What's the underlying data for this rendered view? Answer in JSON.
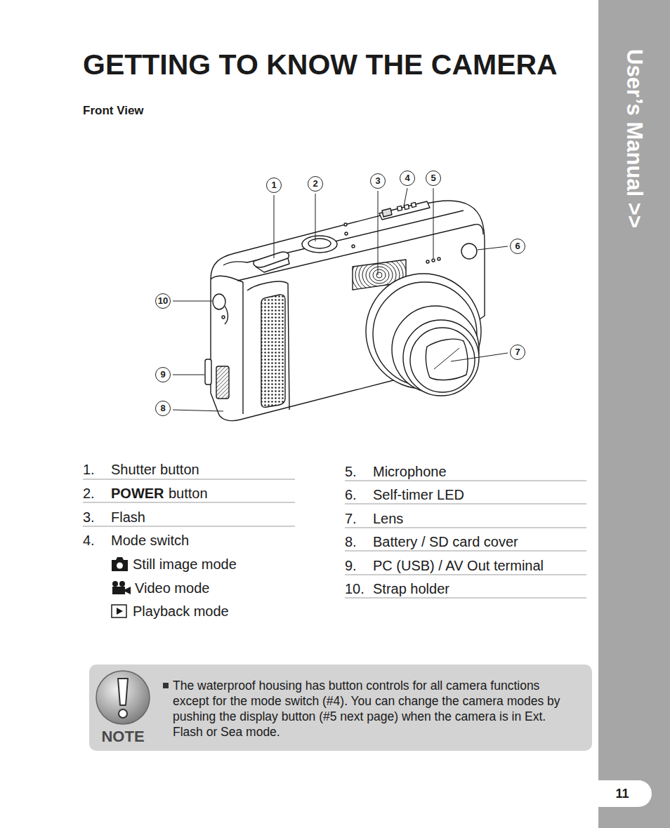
{
  "diagram": {
    "title": "GETTING TO KNOW THE CAMERA",
    "nodes": [
      {
        "text": [
          "User’s Manual >>"
        ]
      },
      {
        "text": [
          "11"
        ],
        "in": 0
      },
      {
        "text": [
          "NOTE",
          "The waterproof housing has button controls for all camera functions except for the mode switch (#4). You can change the camera modes by pushing the display button (#5 next page) when the camera is in Ext. Flash or Sea mode."
        ]
      }
    ],
    "labels": [
      "Front View",
      "1",
      "2",
      "3",
      "4",
      "5",
      "6",
      "7",
      "8",
      "9",
      "10",
      "1.",
      "Shutter button",
      "2.",
      "POWER",
      "button",
      "3.",
      "Flash",
      "4.",
      "Mode switch",
      "Still image mode",
      "Video mode",
      "Playback mode",
      "5.",
      "Microphone",
      "6.",
      "Self-timer LED",
      "7.",
      "Lens",
      "8.",
      "Battery / SD card cover",
      "9.",
      "PC (USB) / AV Out terminal",
      "10.",
      "Strap holder"
    ]
  }
}
